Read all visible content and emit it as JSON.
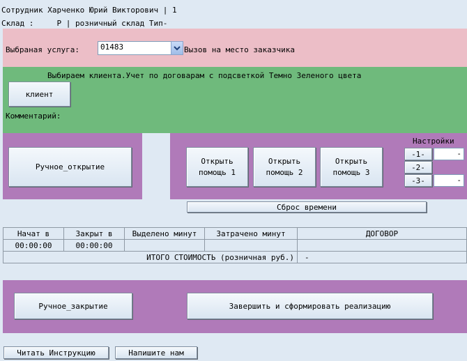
{
  "header": {
    "employee": "Сотрудник  Харченко Юрий Викторович | 1",
    "warehouse": "Склад :     Р | розничный склад Тип-"
  },
  "service": {
    "label": "Выбраная услуга:",
    "value": "01483",
    "description": "Вызов на место заказчика"
  },
  "client": {
    "hint": "Выбираем клиента.Учет по договарам с подсветкой Темно Зеленого цвета",
    "button": "клиент",
    "comment_label": "Комментарий:"
  },
  "actions": {
    "manual_open": "Ручное_открытие",
    "help1": [
      "Открыть",
      "помощь 1"
    ],
    "help2": [
      "Открыть",
      "помощь 2"
    ],
    "help3": [
      "Открыть",
      "помощь 3"
    ],
    "reset_time": "Сброс времени"
  },
  "settings": {
    "title": "Настройки",
    "b1": "-1-",
    "b2": "-2-",
    "b3": "-3-",
    "v1": "-",
    "v3": "-"
  },
  "table": {
    "headers": [
      "Начат в",
      "Закрыт в",
      "Выделено минут",
      "Затрачено минут",
      "ДОГОВОР"
    ],
    "row": [
      "00:00:00",
      "00:00:00",
      "",
      "",
      ""
    ],
    "total_label": "ИТОГО СТОИМОСТЬ (розничная руб.)",
    "total_value": "-"
  },
  "bottom": {
    "manual_close": "Ручное_закрытие",
    "finish": "Завершить и сформировать реализацию"
  },
  "footer": {
    "instructions": "Читать Инструкцию",
    "write_us": "Напишите нам"
  },
  "colors": {
    "background": "#dfe9f3",
    "pink_band": "#ecbec7",
    "green_band": "#6fba7c",
    "purple_band": "#b07ab9"
  }
}
